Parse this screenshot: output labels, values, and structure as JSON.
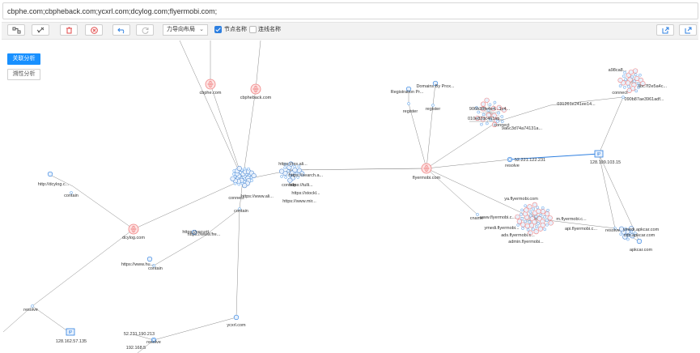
{
  "query": {
    "value": "cbphe.com;cbpheback.com;ycxrl.com;dcylog.com;flyermobi.com;"
  },
  "toolbar": {
    "layout_select": "力导向布局",
    "show_node_name": {
      "label": "节点名称",
      "checked": true
    },
    "show_edge_name": {
      "label": "连线名称",
      "checked": false
    }
  },
  "side_buttons": {
    "association": "关联分析",
    "tracing": "溯性分析"
  },
  "colors": {
    "accent": "#1890ff",
    "domain_node": "#f08080",
    "ip_node": "#2d7fe0",
    "edge": "#8a8a8a"
  },
  "graph": {
    "nodes": {
      "cbphe_com": {
        "label": "cbphe.com"
      },
      "cbpheback_com": {
        "label": "cbpheback.com"
      },
      "dcylog_com": {
        "label": "dcylog.com"
      },
      "flyermobi_com": {
        "label": "flyermobi.com"
      },
      "ycxrl_com": {
        "label": "ycxrl.com"
      },
      "ip_128_199": {
        "label": "128.199.103.15"
      },
      "ip_128_162": {
        "label": "128.162.57.135"
      },
      "ip_52_231": {
        "label": "52.231.190.213"
      },
      "ip_52_221": {
        "label": "52.221.122.231"
      },
      "ip_192_168": {
        "label": "192.168.5"
      },
      "apkcar": {
        "label": "apkcar.com"
      },
      "reg_1": {
        "label": "Registration Pr..."
      },
      "reg_2": {
        "label": "Domains By Prox..."
      },
      "www_dcylog": {
        "label": "http://dcylog.c..."
      },
      "www_hu": {
        "label": "https://www.hu..."
      },
      "http_rss": {
        "label": "https://rss.ali..."
      },
      "http_www_ali": {
        "label": "https://www.ali..."
      },
      "https_secur": {
        "label": "https://securit..."
      },
      "https_www_fre": {
        "label": "https://www.fre..."
      },
      "https_search": {
        "label": "https://search.a..."
      },
      "https_stock": {
        "label": "https://stockl..."
      },
      "https_www_mir": {
        "label": "https://www.mir..."
      },
      "https_tulli": {
        "label": "https://tulli..."
      },
      "hash_a": {
        "label": "031261e241ee14..."
      },
      "hash_b": {
        "label": "090b87ae3961adf..."
      },
      "hash_c": {
        "label": "010e82dc461ab..."
      },
      "hash_d": {
        "label": "906b38fe4e4...1c4..."
      },
      "hash_e": {
        "label": "9a6c3d74a74131a..."
      },
      "hash_f": {
        "label": "a98ca8..."
      },
      "hash_g": {
        "label": "3bc7f2e5a4c..."
      },
      "ya_flyermobi": {
        "label": "ya.flyermobi.com"
      },
      "ymedi": {
        "label": "ymedi.flyermobi..."
      },
      "ads_flyermobi": {
        "label": "ads.flyermobi.c..."
      },
      "admin_flyermobi": {
        "label": "admin.flyermobi..."
      },
      "www_flyermobi": {
        "label": "www.flyermobi.c..."
      },
      "ymedi_apk": {
        "label": "ymedi.apkcar.com"
      },
      "cdn_apk": {
        "label": "cdn.apkcar.com"
      },
      "m_flyermobi": {
        "label": "m.flyermobi.c..."
      },
      "api_flyermobi": {
        "label": "api.flyermobi.c..."
      }
    },
    "edge_labels": {
      "contain": "contain",
      "register": "register",
      "resolve": "resolve",
      "cname": "cname",
      "connect": "connect"
    }
  }
}
